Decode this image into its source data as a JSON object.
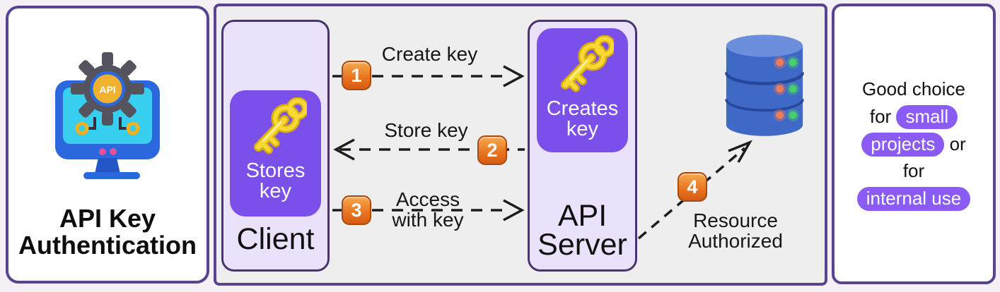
{
  "left_panel": {
    "title_line1": "API Key",
    "title_line2": "Authentication",
    "monitor_badge": "API"
  },
  "client": {
    "box_label_line1": "Stores",
    "box_label_line2": "key",
    "name": "Client"
  },
  "api_server": {
    "box_label_line1": "Creates",
    "box_label_line2": "key",
    "name_line1": "API",
    "name_line2": "Server"
  },
  "steps": {
    "step1": {
      "num": "1",
      "label": "Create key"
    },
    "step2": {
      "num": "2",
      "label": "Store key"
    },
    "step3": {
      "num": "3",
      "label_line1": "Access",
      "label_line2": "with key"
    },
    "step4": {
      "num": "4",
      "label_line1": "Resource",
      "label_line2": "Authorized"
    }
  },
  "note": {
    "line1": "Good choice",
    "line2_text": "for",
    "line2_pill": "small",
    "line3_pill": "projects",
    "line3_text": "or",
    "line4": "for",
    "line5_pill": "internal use"
  },
  "colors": {
    "panel_border": "#5a4492",
    "entity_fill": "#eae1fb",
    "entity_border": "#4a346e",
    "accent_purple": "#7b4fe9",
    "pill_purple": "#8b5bf6",
    "badge_orange": "#e8731f",
    "arrow_black": "#1c1c1c",
    "key_gold": "#f2c71c",
    "database_blue": "#3e69c6"
  }
}
